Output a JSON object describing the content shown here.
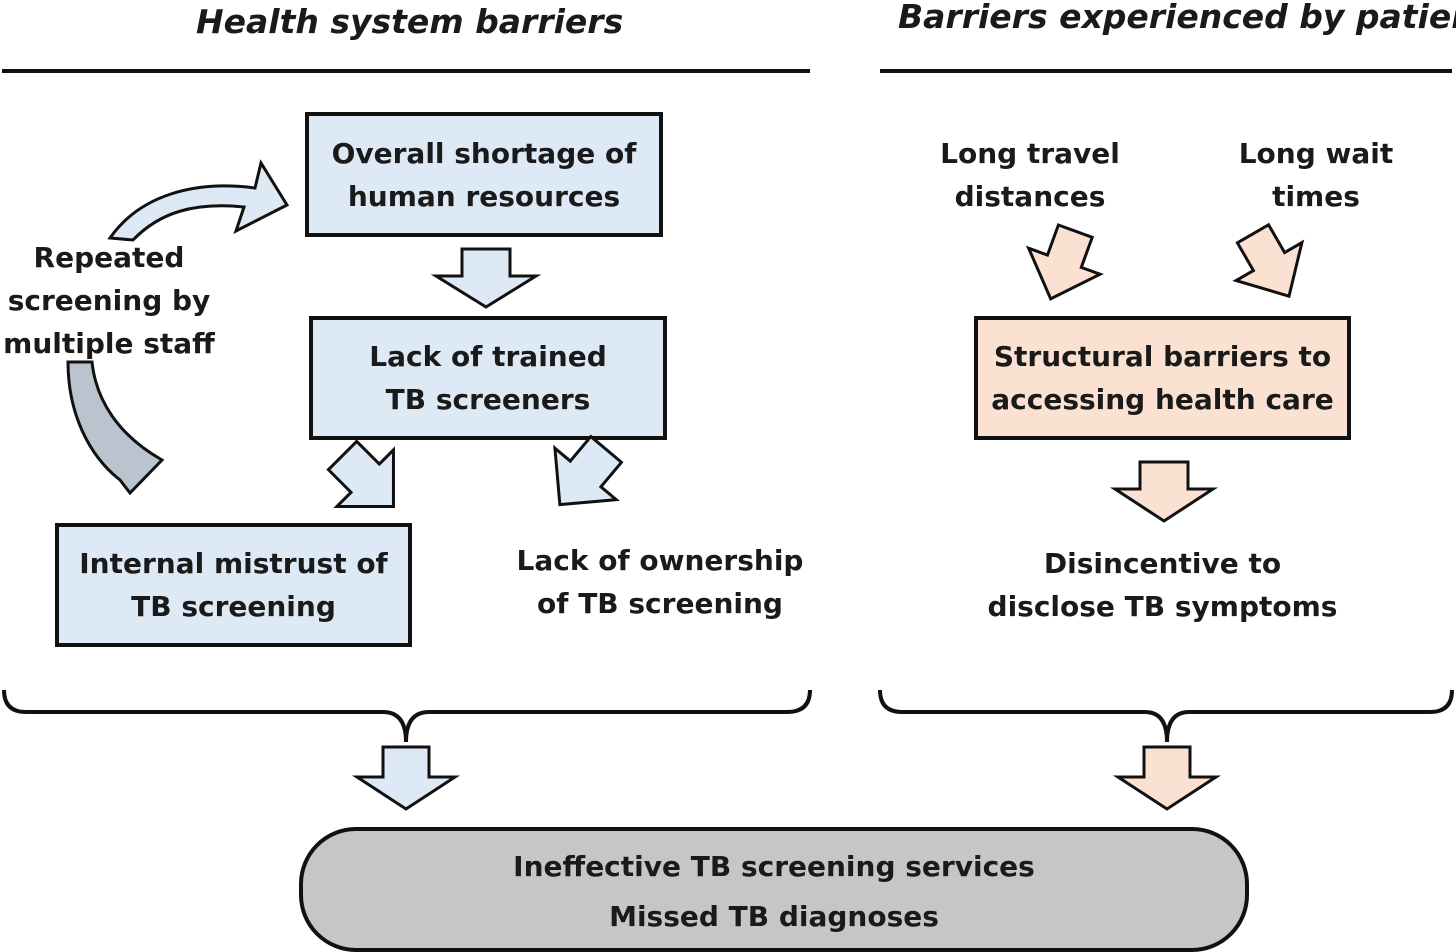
{
  "headings": {
    "left": "Health system barriers",
    "right": "Barriers experienced by patients"
  },
  "health_system": {
    "shortage_box": [
      "Overall shortage of",
      "human resources"
    ],
    "trained_box": [
      "Lack of trained",
      "TB screeners"
    ],
    "mistrust_box": [
      "Internal mistrust of",
      "TB screening"
    ],
    "ownership_text": [
      "Lack of ownership",
      "of TB screening"
    ],
    "repeated_text": [
      "Repeated",
      "screening by",
      "multiple staff"
    ]
  },
  "patients": {
    "travel_text": [
      "Long travel",
      "distances"
    ],
    "wait_text": [
      "Long wait",
      "times"
    ],
    "structural_box": [
      "Structural barriers to",
      "accessing health care"
    ],
    "disincentive_text": [
      "Disincentive to",
      "disclose TB symptoms"
    ]
  },
  "outcome": {
    "line1": "Ineffective TB screening services",
    "line2": "Missed TB diagnoses"
  },
  "colors": {
    "blue_fill": "#dde9f5",
    "peach_fill": "#fbe1d2",
    "grey_fill": "#c6c6c6",
    "curved_arrow_light": "#dde9f5",
    "curved_arrow_dark": "#b9c4ce",
    "stroke": "#111111"
  }
}
